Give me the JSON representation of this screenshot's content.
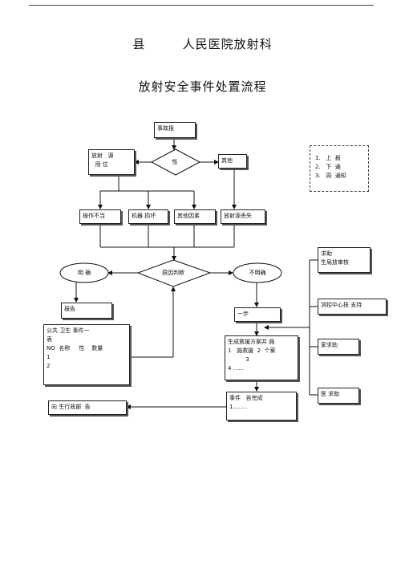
{
  "header": {
    "title_line1": "县        人民医院放射科",
    "title_line2": "放射安全事件处置流程"
  },
  "nodes": {
    "accident": "事故报",
    "radiation_source": "放射   源\n  用 位",
    "decision_1": "性",
    "other": "其他",
    "op_improper": "操作不当",
    "machine_fault": "机器 损坏",
    "other_factors": "其他因素",
    "source_lost": "放射源丢失",
    "cause_judgment": "原因判断",
    "clear": "明 确",
    "unclear": "不明确",
    "report": "报告",
    "public_report": "公共 卫生 事件一\n表\nNO  名称     性    数量\n1\n2",
    "step1": "一步",
    "emergency_plan": "生成救援方案并 施\n1   施救援  2  个案\n          3\n4 ......",
    "event_complete": "事件   告完成\n1........",
    "to_health_dept": "向 生行政部  告",
    "help_1": "求助\n生局放审核",
    "help_2": "测控中心技 支持",
    "help_3": "家求助",
    "help_4": "医 求助",
    "legend": "1.   上  报\n2.   下  通\n3.   周  通知"
  }
}
